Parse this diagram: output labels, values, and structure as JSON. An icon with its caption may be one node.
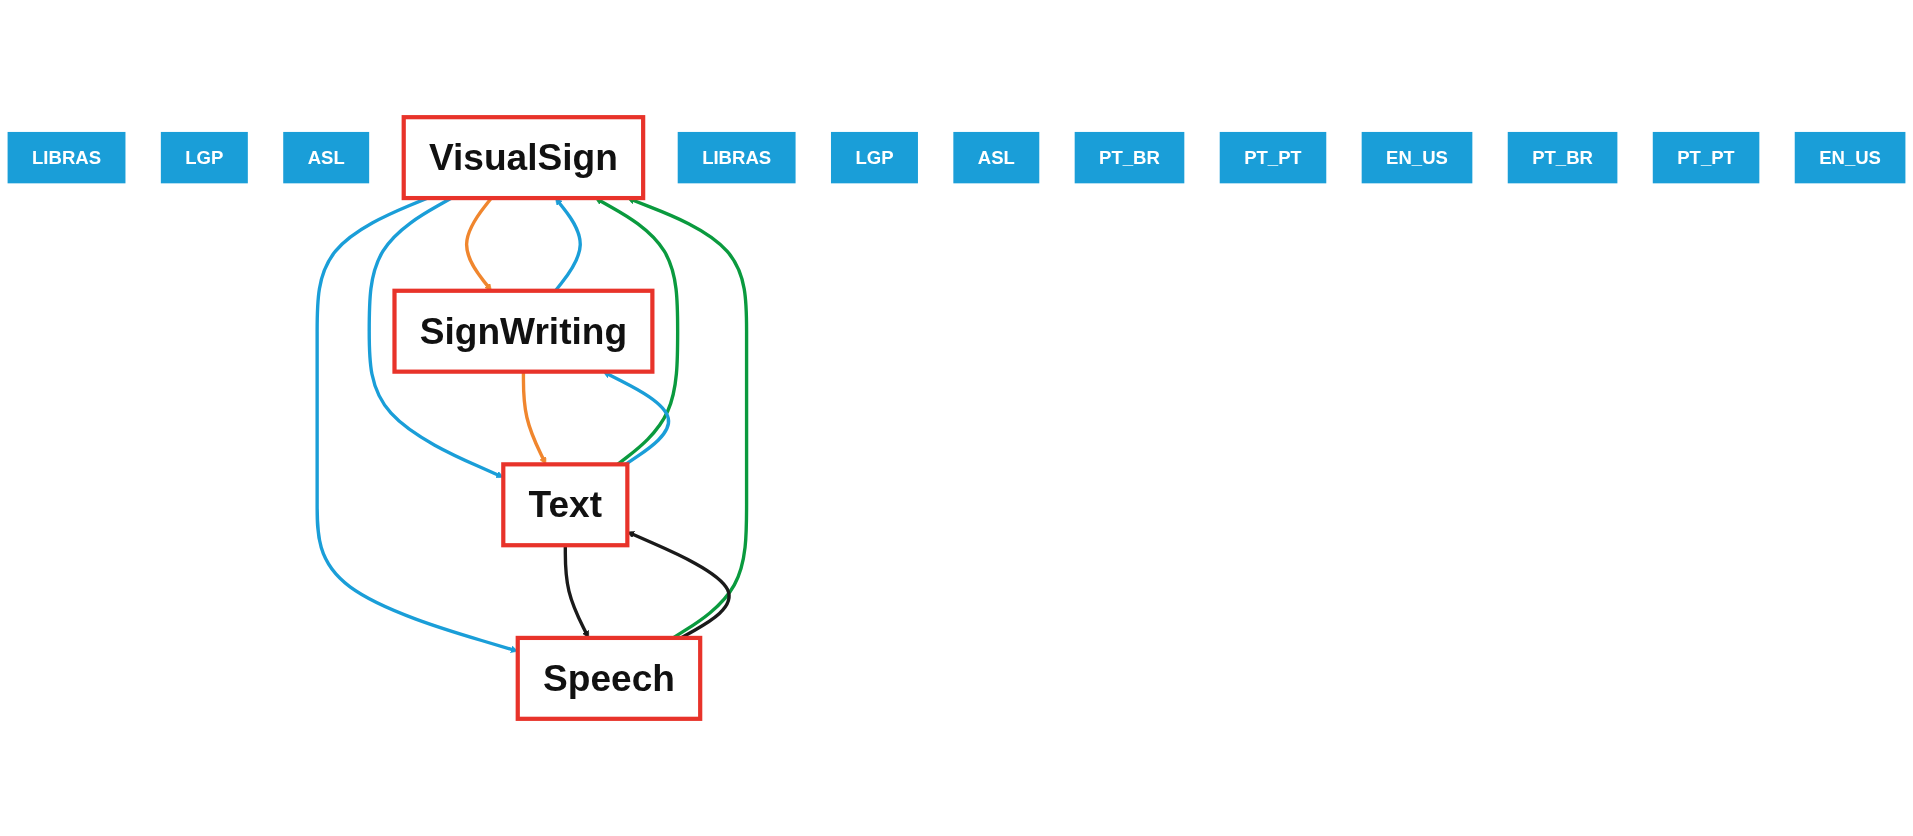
{
  "diagram": {
    "nodes": [
      {
        "text": [
          "LIBRAS"
        ]
      },
      {
        "text": [
          "LGP"
        ]
      },
      {
        "text": [
          "ASL"
        ]
      },
      {
        "text": [
          "VisualSign"
        ]
      },
      {
        "text": [
          "SignWriting"
        ]
      },
      {
        "text": [
          "LIBRAS"
        ]
      },
      {
        "text": [
          "LGP"
        ]
      },
      {
        "text": [
          "ASL"
        ]
      },
      {
        "text": [
          "PT_BR"
        ]
      },
      {
        "text": [
          "PT_PT"
        ]
      },
      {
        "text": [
          "EN_US"
        ]
      },
      {
        "text": [
          "Speech"
        ]
      },
      {
        "text": [
          "Text"
        ]
      },
      {
        "text": [
          "PT_BR"
        ]
      },
      {
        "text": [
          "PT_PT"
        ]
      },
      {
        "text": [
          "EN_US"
        ]
      }
    ],
    "edges": [
      {
        "from": 3,
        "to": 4,
        "arrow": "to",
        "color": "#f0862e"
      },
      {
        "from": 4,
        "to": 3,
        "arrow": "to"
      },
      {
        "from": 3,
        "to": 11,
        "arrow": "to"
      },
      {
        "from": 11,
        "to": 3,
        "arrow": "to",
        "color": "#0a9a3e"
      },
      {
        "from": 3,
        "to": 12,
        "arrow": "to"
      },
      {
        "from": 12,
        "to": 3,
        "arrow": "to",
        "color": "#0a9a3e"
      },
      {
        "from": 4,
        "to": 12,
        "arrow": "to",
        "color": "#f0862e"
      },
      {
        "from": 12,
        "to": 4,
        "arrow": "to"
      },
      {
        "from": 11,
        "to": 12,
        "arrow": "to",
        "color": "#1a1a1a"
      },
      {
        "from": 12,
        "to": 11,
        "arrow": "to",
        "color": "#1a1a1a"
      }
    ]
  }
}
